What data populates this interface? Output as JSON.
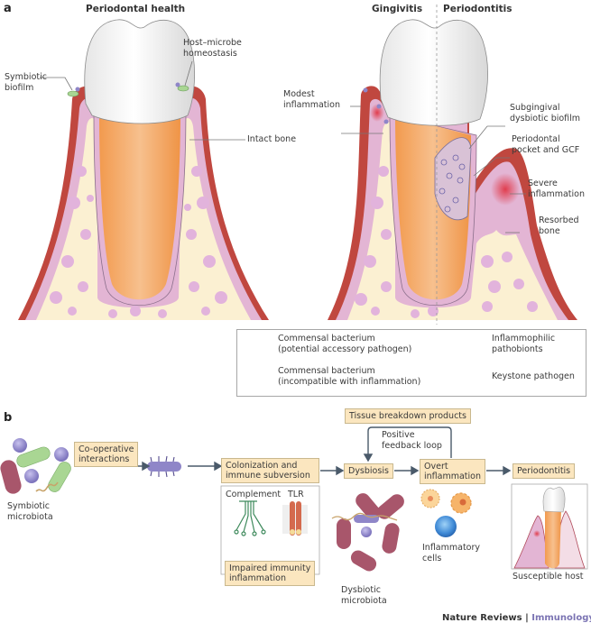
{
  "panel_a": {
    "letter": "a",
    "titles": {
      "health": "Periodontal health",
      "gingivitis": "Gingivitis",
      "periodontitis": "Periodontitis"
    },
    "labels": {
      "symbiotic_biofilm": [
        "Symbiotic",
        "biofilm"
      ],
      "host_microbe": [
        "Host–microbe",
        "homeostasis"
      ],
      "intact_bone": "Intact bone",
      "modest_inflammation": [
        "Modest",
        "inflammation"
      ],
      "subgingival": [
        "Subgingival",
        "dysbiotic biofilm"
      ],
      "pocket": [
        "Periodontal",
        "pocket and GCF"
      ],
      "severe": [
        "Severe",
        "inflammation"
      ],
      "resorbed": [
        "Resorbed",
        "bone"
      ]
    },
    "legend": [
      {
        "icon": "commensal-sphere-icon",
        "lines": [
          "Commensal bacterium",
          "(potential accessory pathogen)"
        ]
      },
      {
        "icon": "pathobiont-icon",
        "lines": [
          "Inflammophilic",
          "pathobionts"
        ]
      },
      {
        "icon": "commensal-rod-icon",
        "lines": [
          "Commensal bacterium",
          "(incompatible with inflammation)"
        ]
      },
      {
        "icon": "keystone-pathogen-icon",
        "lines": [
          "Keystone pathogen"
        ]
      }
    ]
  },
  "panel_b": {
    "letter": "b",
    "symbiotic": [
      "Symbiotic",
      "microbiota"
    ],
    "cooperative": [
      "Co-operative",
      "interactions"
    ],
    "colonization": [
      "Colonization and",
      "immune subversion"
    ],
    "complement": "Complement",
    "tlr": "TLR",
    "impaired": [
      "Impaired immunity",
      "inflammation"
    ],
    "tissue_breakdown": "Tissue breakdown products",
    "feedback": [
      "Positive",
      "feedback loop"
    ],
    "dysbiosis": "Dysbiosis",
    "dysbiotic": [
      "Dysbiotic",
      "microbiota"
    ],
    "overt": [
      "Overt",
      "inflammation"
    ],
    "inflammatory_cells": [
      "Inflammatory",
      "cells"
    ],
    "periodontitis": "Periodontitis",
    "susceptible": "Susceptible host"
  },
  "footer": {
    "publisher": "Nature Reviews",
    "separator": " | ",
    "journal": "Immunology"
  },
  "colors": {
    "gum_red": "#c0473f",
    "gum_pink": "#e3b5d4",
    "bone_cream": "#fbf0d2",
    "bone_spot": "#e2b3dc",
    "root_orange": "#f2a35c",
    "crown_white": "#f1f1f1",
    "box_fill": "#fbe6bf",
    "keystone_purple": "#8f86c8",
    "pathobiont_red": "#a8566b",
    "commensal_green": "#9ccf8a",
    "journal_purple": "#7b74b3"
  }
}
